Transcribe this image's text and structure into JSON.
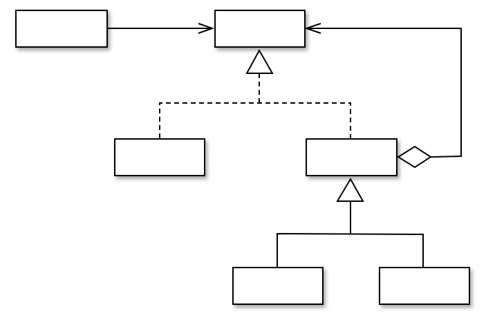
{
  "diagram": {
    "boxes": [
      {
        "id": "client",
        "label": ""
      },
      {
        "id": "component",
        "label": ""
      },
      {
        "id": "leaf",
        "label": ""
      },
      {
        "id": "decorator",
        "label": ""
      },
      {
        "id": "concrete-decorator-a",
        "label": ""
      },
      {
        "id": "concrete-decorator-b",
        "label": ""
      }
    ],
    "connectors": [
      {
        "from": "client",
        "to": "component",
        "kind": "association-arrow"
      },
      {
        "from": "leaf",
        "to": "component",
        "kind": "realization"
      },
      {
        "from": "decorator",
        "to": "component",
        "kind": "realization"
      },
      {
        "from": "decorator",
        "to": "component",
        "kind": "aggregation"
      },
      {
        "from": "concrete-decorator-a",
        "to": "decorator",
        "kind": "generalization"
      },
      {
        "from": "concrete-decorator-b",
        "to": "decorator",
        "kind": "generalization"
      }
    ],
    "colors": {
      "stroke": "#000000",
      "fill": "#ffffff"
    }
  }
}
